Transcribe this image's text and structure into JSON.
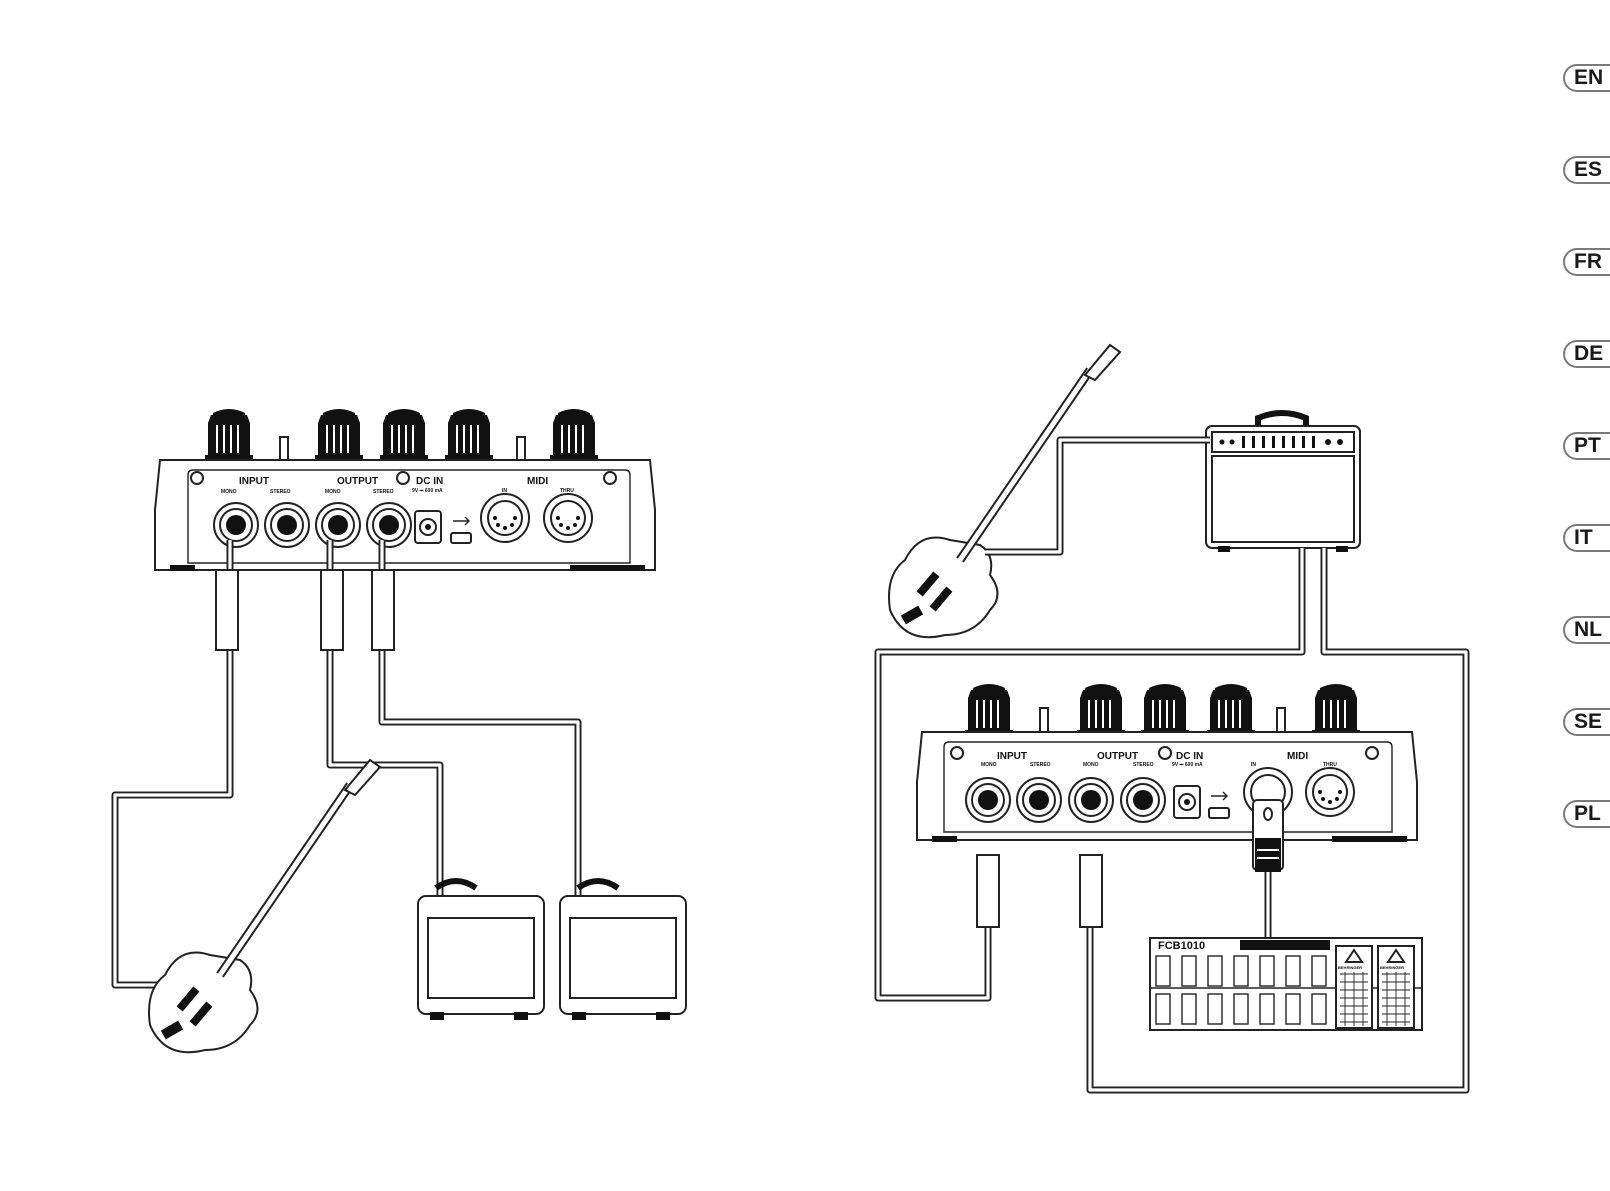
{
  "languages": [
    "EN",
    "ES",
    "FR",
    "DE",
    "PT",
    "IT",
    "NL",
    "SE",
    "PL"
  ],
  "panel_labels": {
    "input": "INPUT",
    "output": "OUTPUT",
    "dc_in": "DC IN",
    "dc_spec": "9V ⎓ 600 mA",
    "midi": "MIDI",
    "mono": "MONO",
    "stereo": "STEREO",
    "midi_in": "IN",
    "midi_thru": "THRU"
  },
  "foot_controller": {
    "model": "FCB1010",
    "brand": "BEHRINGER"
  }
}
